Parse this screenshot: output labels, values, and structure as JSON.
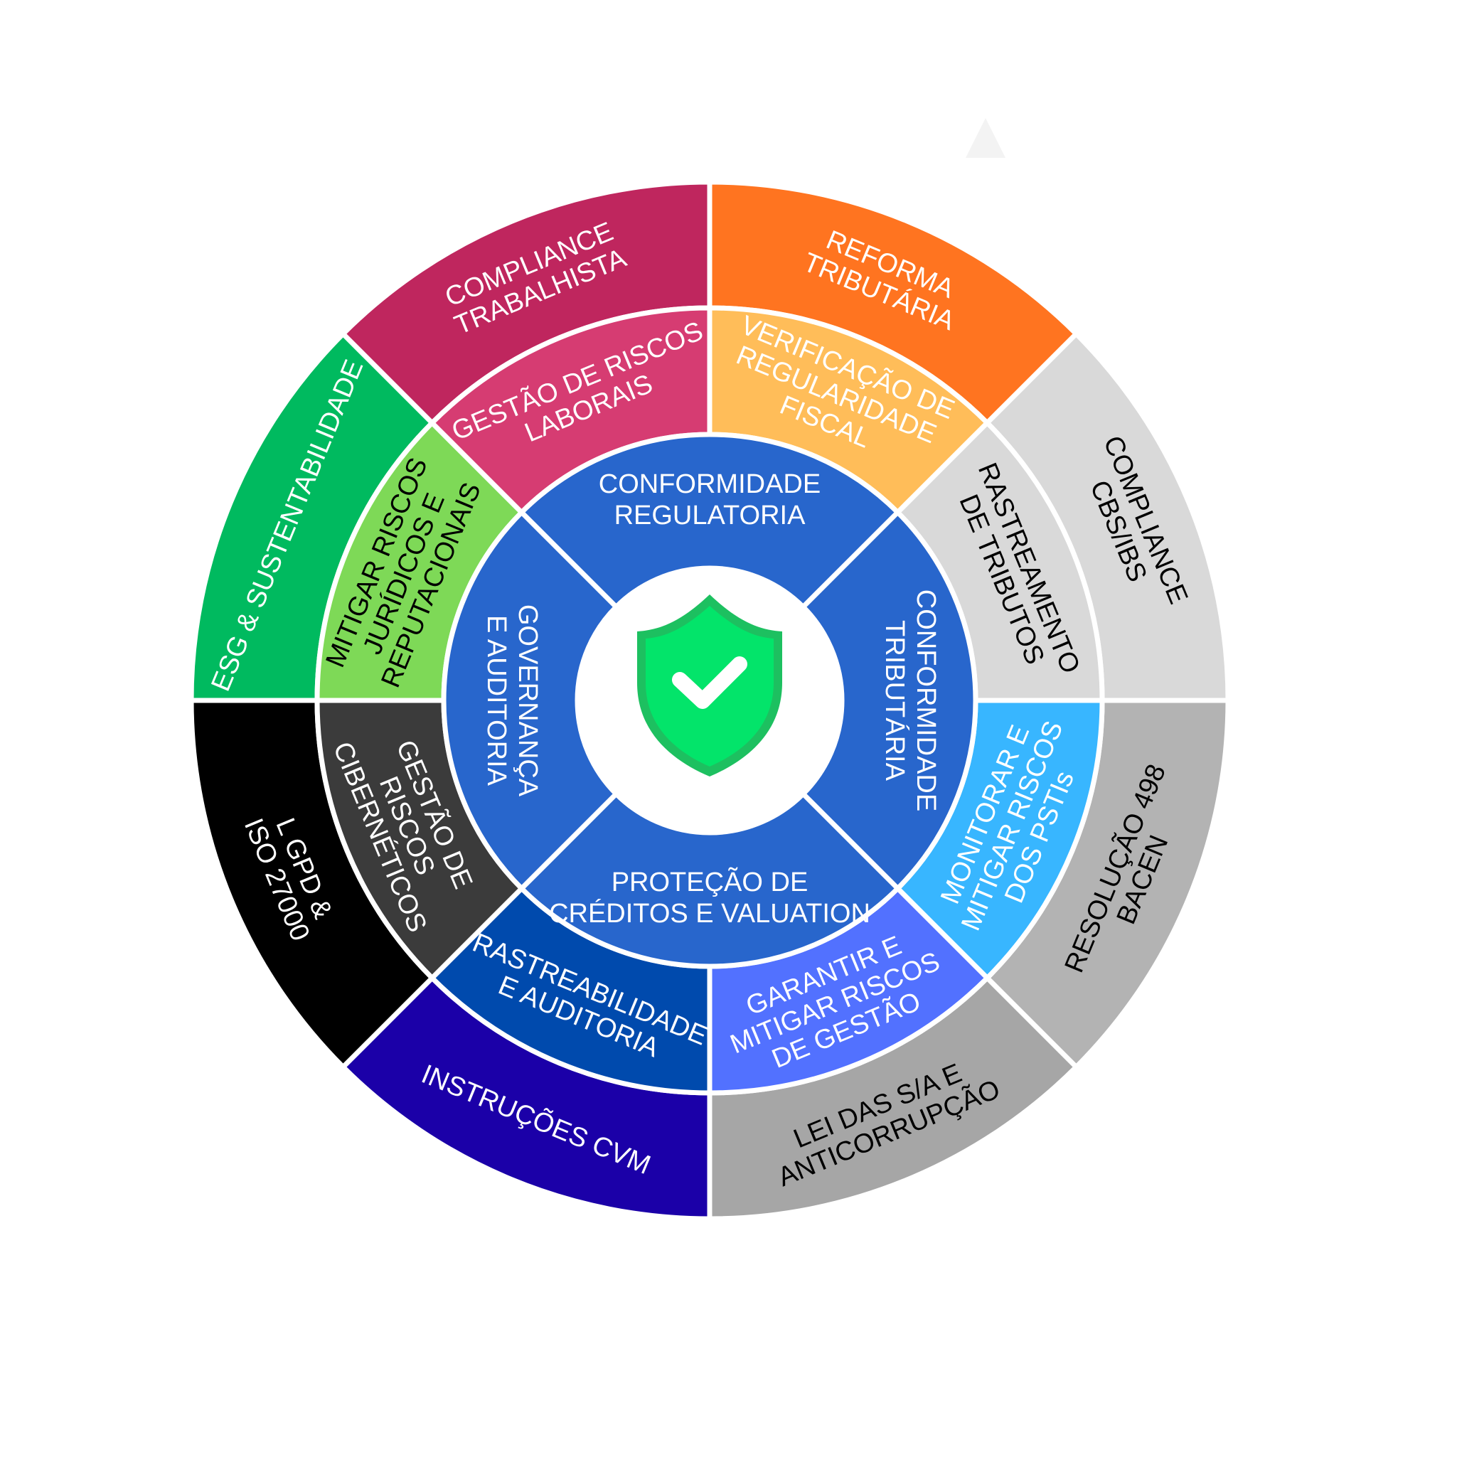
{
  "center": {
    "icon": "shield-check-icon",
    "shield_color": "#03E46A",
    "shield_border": "#1DC060"
  },
  "inner_ring": {
    "color": "#2866CC",
    "segments": [
      {
        "lines": [
          "CONFORMIDADE",
          "REGULATORIA"
        ],
        "text_color": "#FFFFFF"
      },
      {
        "lines": [
          "CONFORMIDADE",
          "TRIBUTÁRIA"
        ],
        "text_color": "#FFFFFF"
      },
      {
        "lines": [
          "PROTEÇÃO DE",
          "CRÉDITOS E VALUATION"
        ],
        "text_color": "#FFFFFF"
      },
      {
        "lines": [
          "GOVERNANÇA",
          "E AUDITORIA"
        ],
        "text_color": "#FFFFFF"
      }
    ]
  },
  "middle_ring": {
    "segments": [
      {
        "lines": [
          "VERIFICAÇÃO DE",
          "REGULARIDADE",
          "FISCAL"
        ],
        "color": "#FFBD59",
        "text_color": "#FFFFFF"
      },
      {
        "lines": [
          "RASTREAMENTO",
          "DE TRIBUTOS"
        ],
        "color": "#D9D9D9",
        "text_color": "#000000"
      },
      {
        "lines": [
          "MONITORAR E",
          "MITIGAR RISCOS",
          "DOS PSTIs"
        ],
        "color": "#38B6FF",
        "text_color": "#FFFFFF"
      },
      {
        "lines": [
          "GARANTIR E",
          "MITIGAR RISCOS",
          "DE GESTÃO"
        ],
        "color": "#5271FF",
        "text_color": "#FFFFFF"
      },
      {
        "lines": [
          "RASTREABILIDADE",
          "E AUDITORIA"
        ],
        "color": "#004AAD",
        "text_color": "#FFFFFF"
      },
      {
        "lines": [
          "GESTÃO DE",
          "RISCOS",
          "CIBERNÉTICOS"
        ],
        "color": "#3B3B3B",
        "text_color": "#FFFFFF"
      },
      {
        "lines": [
          "MITIGAR RISCOS",
          "JURÍDICOS E",
          "REPUTACIONAIS"
        ],
        "color": "#7ED957",
        "text_color": "#000000"
      },
      {
        "lines": [
          "GESTÃO DE RISCOS",
          "LABORAIS"
        ],
        "color": "#D63C72",
        "text_color": "#FFFFFF"
      }
    ]
  },
  "outer_ring": {
    "segments": [
      {
        "lines": [
          "REFORMA",
          "TRIBUTÁRIA"
        ],
        "color": "#FF7420",
        "text_color": "#FFFFFF"
      },
      {
        "lines": [
          "COMPLIANCE",
          "CBS/IBS"
        ],
        "color": "#D9D9D9",
        "text_color": "#000000"
      },
      {
        "lines": [
          "RESOLUÇÃO 498",
          "BACEN"
        ],
        "color": "#B3B3B3",
        "text_color": "#000000"
      },
      {
        "lines": [
          "LEI DAS S/A E",
          "ANTICORRUPÇÃO"
        ],
        "color": "#A6A6A6",
        "text_color": "#000000"
      },
      {
        "lines": [
          "INSTRUÇÕES CVM"
        ],
        "color": "#1B00A8",
        "text_color": "#FFFFFF"
      },
      {
        "lines": [
          "L GPD  &",
          "ISO 27000"
        ],
        "color": "#000000",
        "text_color": "#FFFFFF"
      },
      {
        "lines": [
          "ESG & SUSTENTABILIDADE"
        ],
        "color": "#00BA5F",
        "text_color": "#FFFFFF"
      },
      {
        "lines": [
          "COMPLIANCE",
          "TRABALHISTA"
        ],
        "color": "#BF265E",
        "text_color": "#FFFFFF"
      }
    ]
  }
}
